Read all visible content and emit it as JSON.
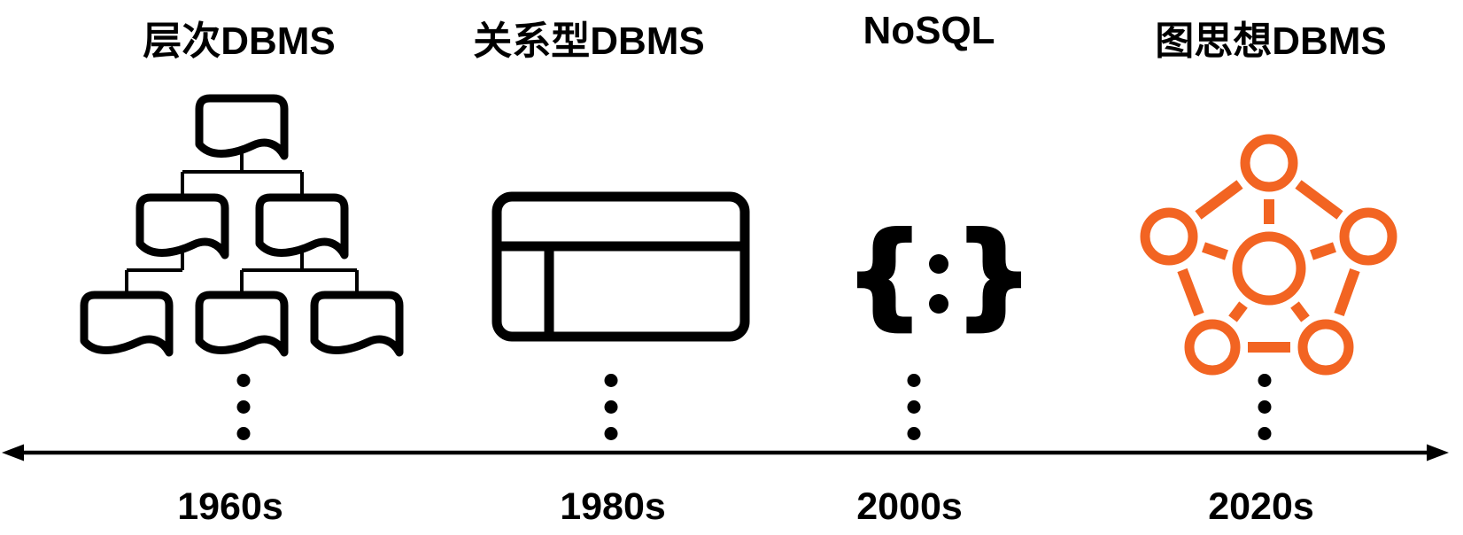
{
  "diagram": {
    "kind": "database-evolution-timeline",
    "columns": [
      {
        "id": "hierarchical-dbms",
        "title": "层次DBMS",
        "era": "1960s",
        "icon": "hierarchical-tree-icon",
        "icon_color": "#000000"
      },
      {
        "id": "relational-dbms",
        "title": "关系型DBMS",
        "era": "1980s",
        "icon": "relational-table-icon",
        "icon_color": "#000000"
      },
      {
        "id": "nosql",
        "title": "NoSQL",
        "era": "2000s",
        "icon": "json-braces-icon",
        "icon_color": "#000000"
      },
      {
        "id": "graph-dbms",
        "title": "图思想DBMS",
        "era": "2020s",
        "icon": "graph-network-icon",
        "icon_color": "#F26422"
      }
    ],
    "nosql_glyphs": {
      "left_brace": "{",
      "right_brace": "}"
    },
    "timeline": {
      "direction": "horizontal",
      "arrow_left": true,
      "arrow_right": true
    },
    "colors": {
      "black": "#000000",
      "orange": "#F26422",
      "background": "#FFFFFF"
    }
  }
}
